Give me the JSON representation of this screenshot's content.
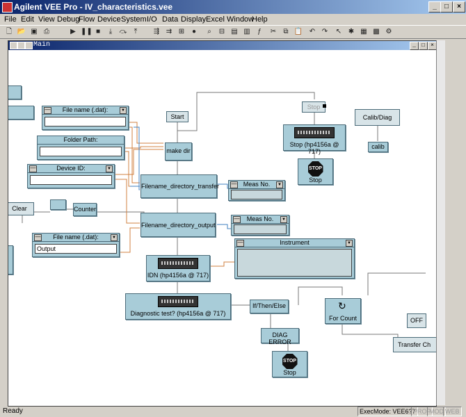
{
  "window": {
    "title": "Agilent VEE Pro - IV_characteristics.vee"
  },
  "menu": [
    "File",
    "Edit",
    "View",
    "Debug",
    "Flow",
    "Device",
    "System",
    "I/O",
    "Data",
    "Display",
    "Excel",
    "Window",
    "Help"
  ],
  "subwindow": {
    "title": "Main"
  },
  "objects": {
    "start": "Start",
    "stop_btn": "Stop",
    "calib_diag": "Calib/Diag",
    "calib": "calib",
    "file_name1": "File name (.dat):",
    "folder_path": "Folder Path:",
    "device_id": "Device ID:",
    "make_dir": "make dir",
    "stop_dev": "Stop (hp4156a @ 717)",
    "stop_symbol": "Stop",
    "stop_octagon": "STOP",
    "fdt": "Filename_directory_transfer",
    "meas_no1": "Meas No.",
    "clear": "Clear",
    "counter": "Counter",
    "fdo": "Filename_directory_output",
    "meas_no2": "Meas No.",
    "file_name2": "File name (.dat):",
    "file_name2_value": "Output",
    "instrument": "Instrument",
    "idn": "IDN (hp4156a @ 717)",
    "diag_test": "Diagnostic test? (hp4156a @ 717)",
    "if_then_else": "If/Then/Else",
    "for_count": "For Count",
    "off": "OFF",
    "diag_error": "DIAG ERROR",
    "stop2": "Stop",
    "stop2_octagon": "STOP",
    "transfer_ch": "Transfer Ch"
  },
  "status": {
    "text": "Ready",
    "execmode": "ExecMode: VEE6?7",
    "prof": "PROF",
    "mod": "MOD",
    "web": "WEB"
  }
}
